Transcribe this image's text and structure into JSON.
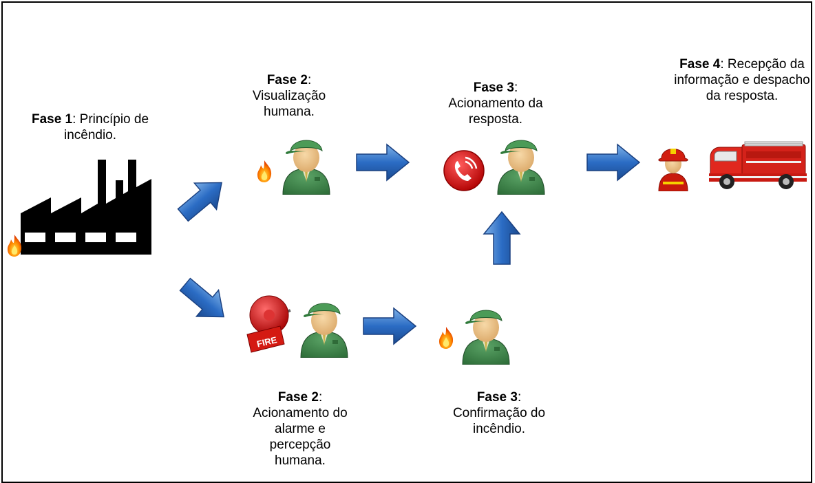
{
  "phases": {
    "f1": {
      "title": "Fase 1",
      "text": ": Princípio de incêndio."
    },
    "f2_top": {
      "title": "Fase 2",
      "text": ":",
      "line2": "Visualização humana."
    },
    "f3_top": {
      "title": "Fase 3",
      "text": ":",
      "line2": "Acionamento da resposta."
    },
    "f4": {
      "title": "Fase 4",
      "text": ": Recepção da informação e despacho da resposta."
    },
    "f2_bottom": {
      "title": "Fase 2",
      "text": ":",
      "line2": "Acionamento do alarme e percepção humana."
    },
    "f3_bottom": {
      "title": "Fase 3",
      "text": ":",
      "line2": "Confirmação do incêndio."
    }
  },
  "icons": {
    "alarm_text": "FIRE"
  }
}
